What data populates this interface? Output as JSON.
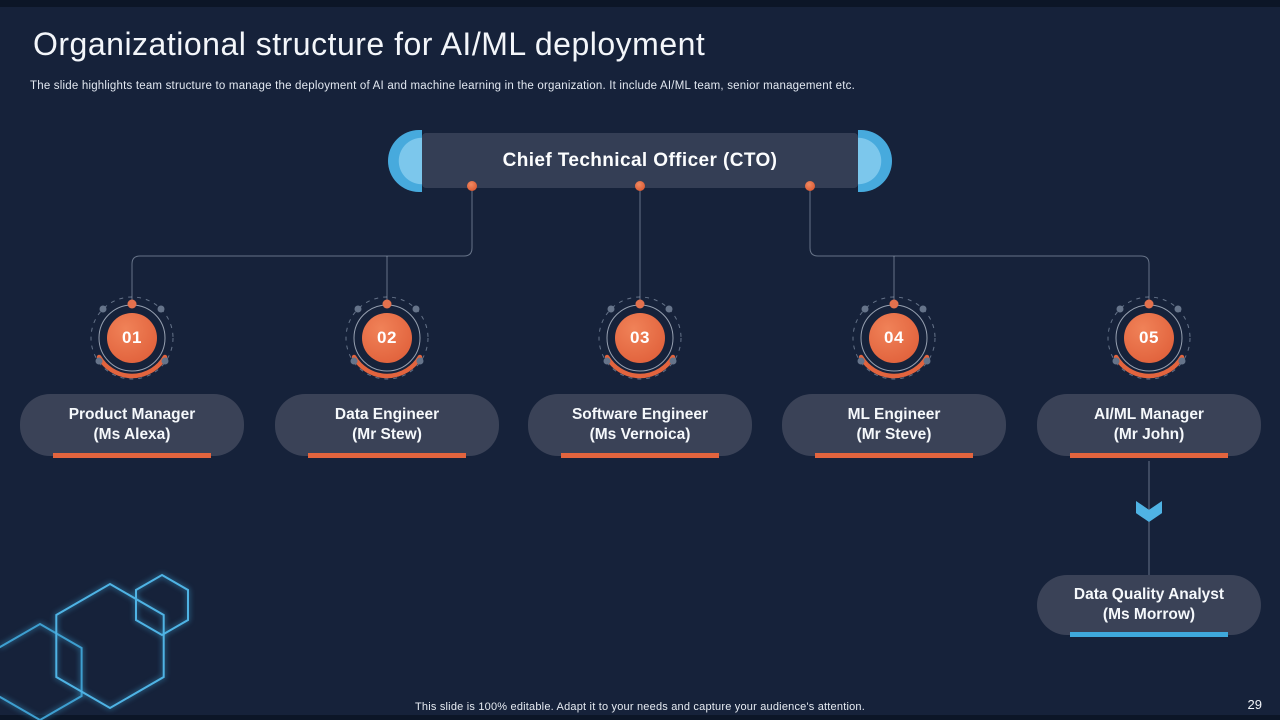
{
  "slide": {
    "title": "Organizational structure for AI/ML deployment",
    "subtitle": "The slide highlights team structure to manage the deployment of AI and machine learning in the organization. It include AI/ML team, senior management etc.",
    "footer": "This slide is 100% editable. Adapt it to your needs and capture your audience's attention.",
    "page_number": "29"
  },
  "org": {
    "root": {
      "label": "Chief Technical Officer (CTO)"
    },
    "members": [
      {
        "number": "01",
        "role": "Product Manager",
        "name": "(Ms Alexa)"
      },
      {
        "number": "02",
        "role": "Data Engineer",
        "name": "(Mr Stew)"
      },
      {
        "number": "03",
        "role": "Software Engineer",
        "name": "(Ms Vernoica)"
      },
      {
        "number": "04",
        "role": "ML Engineer",
        "name": "(Mr Steve)"
      },
      {
        "number": "05",
        "role": "AI/ML Manager",
        "name": "(Mr John)"
      }
    ],
    "sub_member": {
      "role": "Data Quality Analyst",
      "name": "(Ms Morrow)"
    }
  },
  "icons": {
    "connector_arrow": "chevron-down-icon",
    "decoration": "hexagon-outline-icon"
  },
  "colors": {
    "background": "#16223A",
    "node_fill": "#3A4257",
    "cto_bar_fill": "#343E55",
    "accent_orange": "#E2643E",
    "accent_blue": "#41A8DC",
    "cap_blue_light": "#7CC7EC",
    "line": "#A9B6C9"
  }
}
